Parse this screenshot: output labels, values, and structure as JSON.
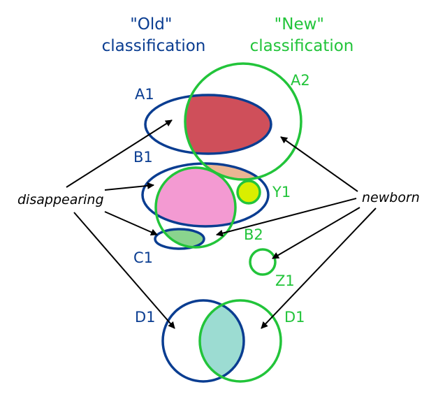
{
  "headers": {
    "old": [
      "\"Old\"",
      "classification"
    ],
    "new": [
      "\"New\"",
      "classification"
    ]
  },
  "labels": {
    "a1": "A1",
    "a2": "A2",
    "b1": "B1",
    "b2": "B2",
    "c1": "C1",
    "y1": "Y1",
    "z1": "Z1",
    "d1_old": "D1",
    "d1_new": "D1",
    "disappearing": "disappearing",
    "newborn": "newborn"
  },
  "colors": {
    "old": "#0a3d91",
    "new": "#22c43a",
    "a_overlap": "#cf4f5a",
    "b1_a2_overlap": "#ebb593",
    "b_overlap": "#f39ad2",
    "c_overlap": "#8ad48e",
    "y1_fill": "#d9ee00",
    "d_overlap": "#9cdcd2",
    "arrow": "#000000"
  }
}
